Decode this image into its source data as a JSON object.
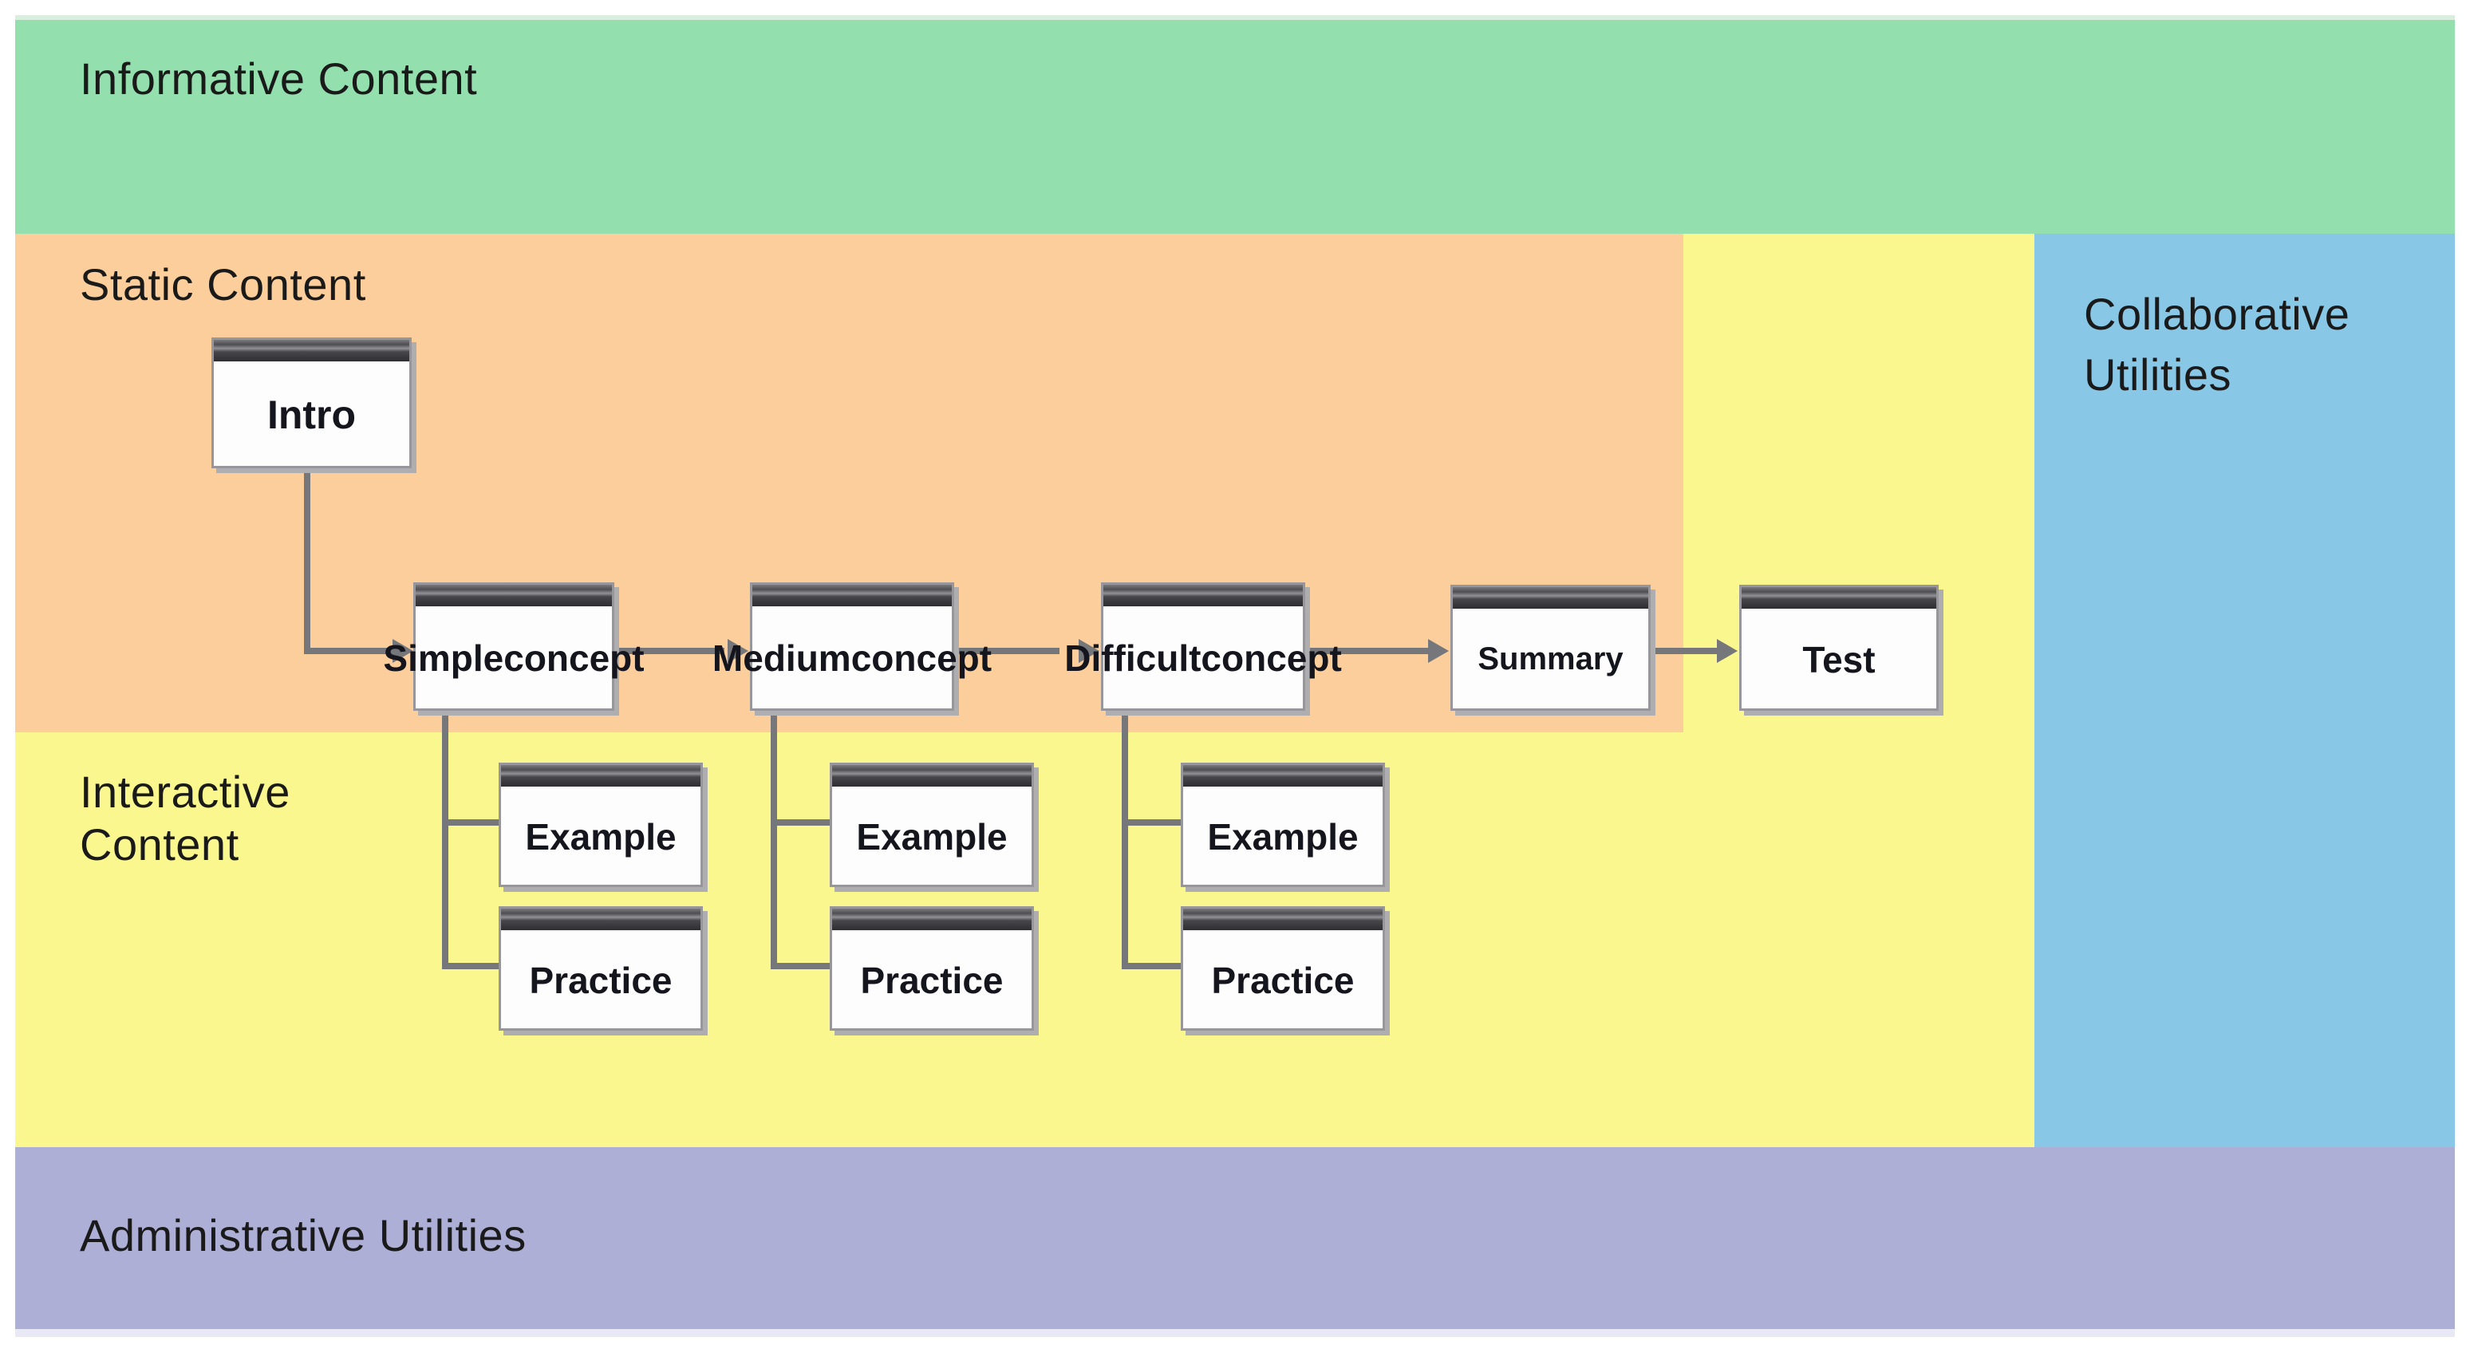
{
  "zones": {
    "informative": {
      "label": "Informative Content"
    },
    "static": {
      "label": "Static Content"
    },
    "interactive": {
      "line1": "Interactive",
      "line2": "Content"
    },
    "collaborative": {
      "line1": "Collaborative",
      "line2": "Utilities"
    },
    "administrative": {
      "label": "Administrative Utilities"
    }
  },
  "boxes": {
    "intro": {
      "label": "Intro"
    },
    "simple": {
      "line1": "Simple",
      "line2": "concept"
    },
    "medium": {
      "line1": "Medium",
      "line2": "concept"
    },
    "difficult": {
      "line1": "Difficult",
      "line2": "concept"
    },
    "summary": {
      "label": "Summary"
    },
    "test": {
      "label": "Test"
    },
    "example": {
      "label": "Example"
    },
    "practice": {
      "label": "Practice"
    }
  },
  "colors": {
    "informative": "#93dfad",
    "informative_edge": "#d7efdc",
    "static": "#fbce9b",
    "interactive": "#fbf78f",
    "collaborative": "#89c7e6",
    "administrative": "#aeafd6",
    "administrative_edge": "#e8e9f5",
    "connector": "#76777b",
    "box_border": "#97979b",
    "titlebar": "#2e2e32",
    "label_text": "#1a1a1a"
  }
}
